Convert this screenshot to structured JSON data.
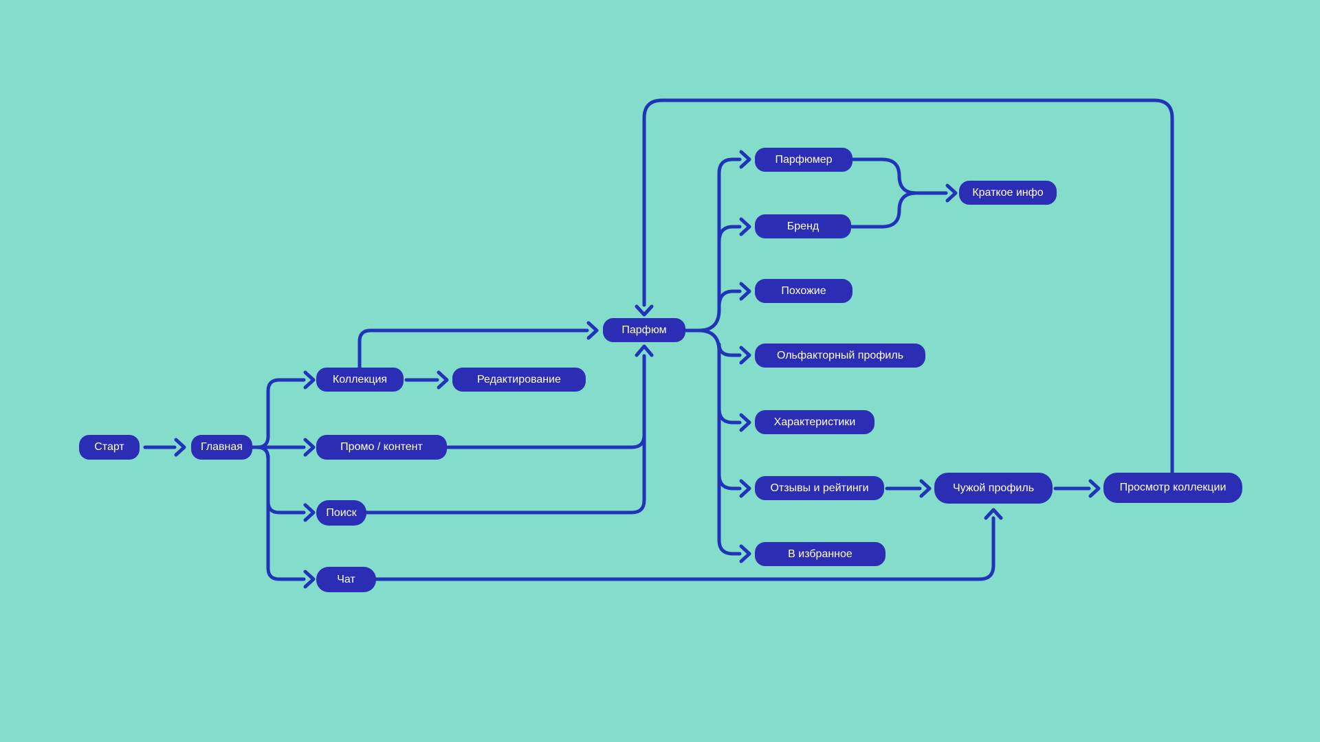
{
  "theme": {
    "background": "#84DCCB",
    "node_fill": "#2B2DB4",
    "line": "#2133B8",
    "text": "#FFFFFF"
  },
  "diagram": {
    "type": "flowchart",
    "language": "ru",
    "description_labels": []
  },
  "nodes": [
    {
      "id": "start",
      "label": "Старт"
    },
    {
      "id": "glavnaya",
      "label": "Главная"
    },
    {
      "id": "kollekciya",
      "label": "Коллекция"
    },
    {
      "id": "redaktirovanie",
      "label": "Редактирование"
    },
    {
      "id": "promo",
      "label": "Промо / контент"
    },
    {
      "id": "poisk",
      "label": "Поиск"
    },
    {
      "id": "chat",
      "label": "Чат"
    },
    {
      "id": "parfyum",
      "label": "Парфюм"
    },
    {
      "id": "parfyumer",
      "label": "Парфюмер"
    },
    {
      "id": "brend",
      "label": "Бренд"
    },
    {
      "id": "kratkoe-info",
      "label": "Краткое инфо"
    },
    {
      "id": "pohozhie",
      "label": "Похожие"
    },
    {
      "id": "olfaktorny",
      "label": "Ольфакторный профиль"
    },
    {
      "id": "harakteristiki",
      "label": "Характеристики"
    },
    {
      "id": "otzyvy",
      "label": "Отзывы и рейтинги"
    },
    {
      "id": "chuzhoy-profil",
      "label": "Чужой профиль"
    },
    {
      "id": "prosmotr",
      "label": "Просмотр коллекции"
    },
    {
      "id": "izbrannoe",
      "label": "В избранное"
    }
  ],
  "edges": [
    {
      "from": "Старт",
      "to": "Главная"
    },
    {
      "from": "Главная",
      "to": "Коллекция"
    },
    {
      "from": "Главная",
      "to": "Промо / контент"
    },
    {
      "from": "Главная",
      "to": "Поиск"
    },
    {
      "from": "Главная",
      "to": "Чат"
    },
    {
      "from": "Коллекция",
      "to": "Редактирование"
    },
    {
      "from": "Коллекция",
      "to": "Парфюм"
    },
    {
      "from": "Промо / контент",
      "to": "Парфюм"
    },
    {
      "from": "Поиск",
      "to": "Парфюм"
    },
    {
      "from": "Чат",
      "to": "Чужой профиль"
    },
    {
      "from": "Парфюм",
      "to": "Парфюмер"
    },
    {
      "from": "Парфюм",
      "to": "Бренд"
    },
    {
      "from": "Парфюм",
      "to": "Похожие"
    },
    {
      "from": "Парфюм",
      "to": "Ольфакторный профиль"
    },
    {
      "from": "Парфюм",
      "to": "Характеристики"
    },
    {
      "from": "Парфюм",
      "to": "Отзывы и рейтинги"
    },
    {
      "from": "Парфюм",
      "to": "В избранное"
    },
    {
      "from": "Парфюмер",
      "to": "Краткое инфо"
    },
    {
      "from": "Бренд",
      "to": "Краткое инфо"
    },
    {
      "from": "Отзывы и рейтинги",
      "to": "Чужой профиль"
    },
    {
      "from": "Чужой профиль",
      "to": "Просмотр коллекции"
    },
    {
      "from": "Просмотр коллекции",
      "to": "Парфюм"
    }
  ]
}
